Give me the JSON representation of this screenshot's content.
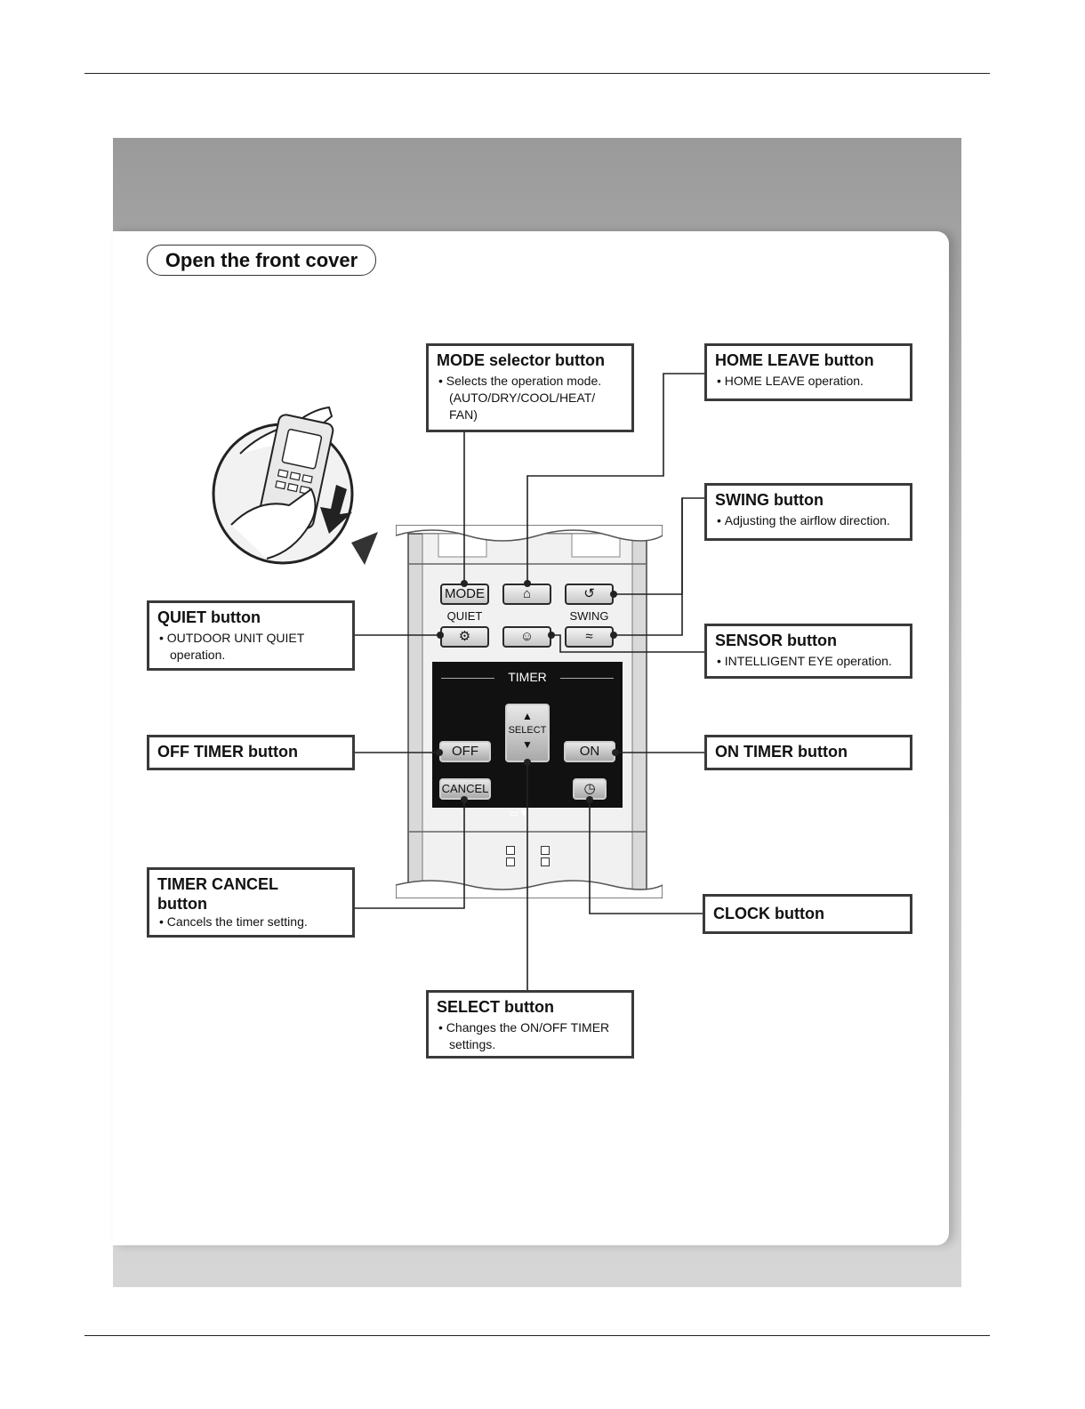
{
  "front_cover_label": "Open the front cover",
  "remote": {
    "buttons": {
      "mode": "MODE",
      "off": "OFF",
      "on": "ON",
      "cancel": "CANCEL",
      "select": "SELECT"
    },
    "labels": {
      "quiet": "QUIET",
      "swing": "SWING",
      "timer": "TIMER"
    },
    "icons": [
      "home-icon",
      "swing-icon",
      "quiet-icon",
      "sensor-icon",
      "clock-icon",
      "battery-icon"
    ]
  },
  "callouts": {
    "mode": {
      "title": "MODE selector button",
      "desc": "Selects the operation mode. (AUTO/DRY/COOL/HEAT/ FAN)"
    },
    "home_leave": {
      "title": "HOME LEAVE button",
      "desc": "HOME LEAVE operation."
    },
    "swing": {
      "title": "SWING button",
      "desc": "Adjusting the airflow direction."
    },
    "quiet": {
      "title": "QUIET button",
      "desc": "OUTDOOR UNIT QUIET operation."
    },
    "sensor": {
      "title": "SENSOR button",
      "desc": "INTELLIGENT EYE operation."
    },
    "off_timer": {
      "title": "OFF TIMER button"
    },
    "on_timer": {
      "title": "ON TIMER button"
    },
    "timer_cancel": {
      "title": "TIMER CANCEL button",
      "desc": "Cancels the timer setting."
    },
    "clock": {
      "title": "CLOCK button"
    },
    "select": {
      "title": "SELECT button",
      "desc": "Changes the ON/OFF TIMER settings."
    }
  }
}
